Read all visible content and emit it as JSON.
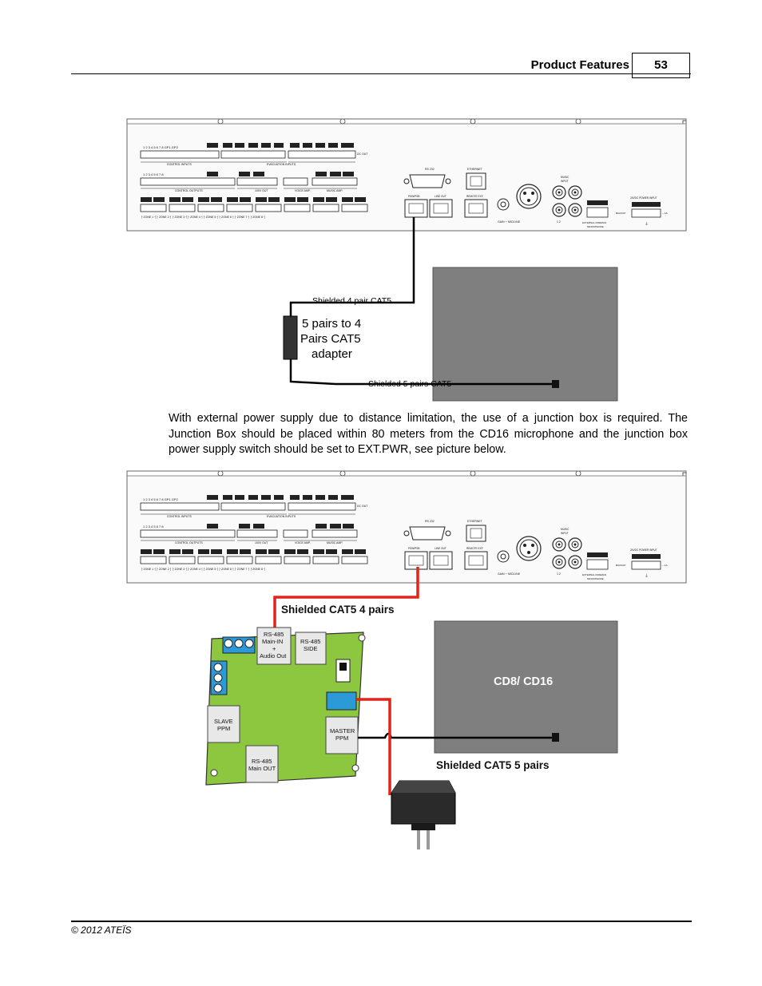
{
  "header": {
    "section_title": "Product Features",
    "page_number": "53"
  },
  "diagram1": {
    "cable_top": "Shielded 4 pair CAT5",
    "adapter_label": [
      "5 pairs to 4",
      "Pairs CAT5",
      "adapter"
    ],
    "cable_bottom": "Shielded 5 pairs CAT5"
  },
  "body_text": "With external power supply due to distance limitation, the use of a junction box is required. The Junction Box should be placed within 80 meters from the CD16 microphone and the junction box power supply switch should be set to EXT.PWR, see picture below.",
  "diagram2": {
    "cable_top": "Shielded CAT5 4 pairs",
    "device_label": "CD8/ CD16",
    "cable_bottom": "Shielded CAT5 5 pairs",
    "jbox": {
      "rs485_main_in": [
        "RS-485",
        "Main-IN",
        "+",
        "Audio Out"
      ],
      "rs485_side": [
        "RS-485",
        "SIDE"
      ],
      "slave_ppm": [
        "SLAVE",
        "PPM"
      ],
      "master_ppm": [
        "MASTER",
        "PPM"
      ],
      "rs485_main_out": [
        "RS-485",
        "Main OUT"
      ]
    }
  },
  "footer": {
    "copyright": "© 2012 ATEÏS"
  },
  "colors": {
    "cable_red": "#e2231a",
    "board_green": "#8dc63f",
    "device_gray": "#7f7f7f"
  }
}
